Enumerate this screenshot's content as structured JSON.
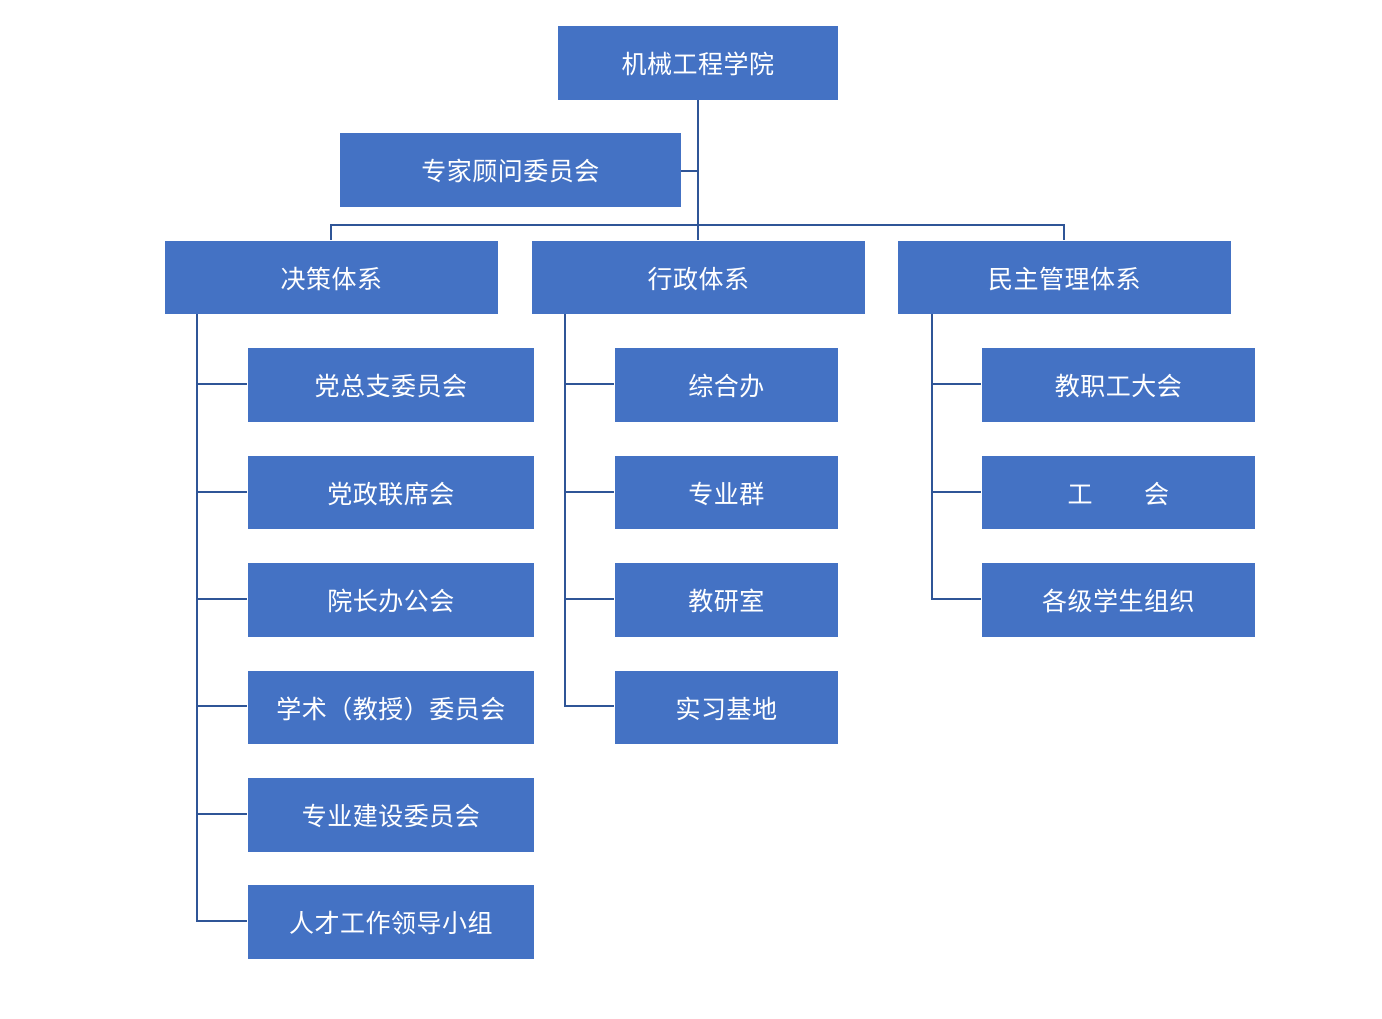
{
  "org_chart": {
    "root": "机械工程学院",
    "advisory": "专家顾问委员会",
    "systems": [
      {
        "label": "决策体系",
        "children": [
          "党总支委员会",
          "党政联席会",
          "院长办公会",
          "学术（教授）委员会",
          "专业建设委员会",
          "人才工作领导小组"
        ]
      },
      {
        "label": "行政体系",
        "children": [
          "综合办",
          "专业群",
          "教研室",
          "实习基地"
        ]
      },
      {
        "label": "民主管理体系",
        "children": [
          "教职工大会",
          "工　　会",
          "各级学生组织"
        ]
      }
    ],
    "colors": {
      "box_fill": "#4472c4",
      "box_text": "#ffffff",
      "connector": "#2f5597"
    }
  }
}
